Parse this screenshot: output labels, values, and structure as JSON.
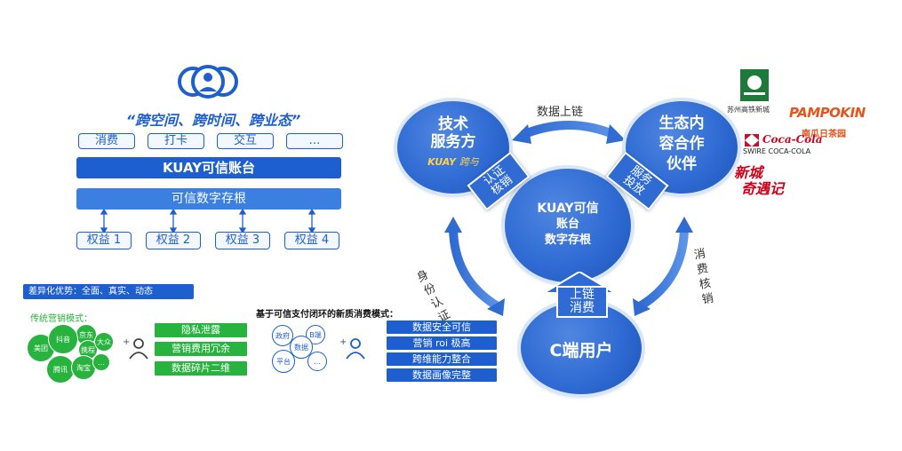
{
  "left": {
    "slogan": "“跨空间、跨时间、跨业态”",
    "tags": [
      "消费",
      "打卡",
      "交互",
      "…"
    ],
    "account_bar": "KUAY可信账台",
    "stub_bar": "可信数字存根",
    "rights": [
      "权益 1",
      "权益 2",
      "权益 3",
      "权益 4"
    ],
    "advantage": "差异化优势：全面、真实、动态",
    "traditional_title": "传统营销模式：",
    "traditional_nodes": [
      "美团",
      "京东",
      "携程",
      "大众",
      "腾讯",
      "淘宝",
      "抖音",
      "…"
    ],
    "traditional_issues": [
      "隐私泄露",
      "营销费用冗余",
      "数据碎片二维"
    ],
    "new_title": "基于可信支付闭环的新质消费模式：",
    "new_nodes": [
      "政府",
      "B端",
      "数据",
      "平台",
      "…"
    ],
    "new_benefits": [
      "数据安全可信",
      "营销 roi 极高",
      "跨维能力整合",
      "数据画像完整"
    ]
  },
  "right": {
    "tech_circle": [
      "技术",
      "服务方"
    ],
    "tech_logo": "KUAY",
    "tech_logo_suffix": "跨与",
    "eco_circle": [
      "生态内",
      "容合作",
      "伙伴"
    ],
    "center_circle": [
      "KUAY可信",
      "账台",
      "数字存根"
    ],
    "user_circle": "C端用户",
    "top_arrow_label": "数据上链",
    "badge_left": [
      "认证",
      "核销"
    ],
    "badge_right": [
      "服务",
      "投放"
    ],
    "badge_bottom": [
      "上链",
      "消费"
    ],
    "left_arc_label": "身份认证",
    "right_arc_label": "消费核销",
    "partner_logos": {
      "suzhou": "苏州高铁新城",
      "pampokin": "PAMPOKIN",
      "pampokin_sub": "南瓜日茶园",
      "coke": "Coca-Cola",
      "swire": "SWIRE COCA-COLA",
      "xincheng": [
        "新城",
        "奇遇记"
      ]
    }
  },
  "colors": {
    "blue": "#1e5fcf",
    "green": "#27b33d",
    "light_blue": "#d9e6fa"
  }
}
